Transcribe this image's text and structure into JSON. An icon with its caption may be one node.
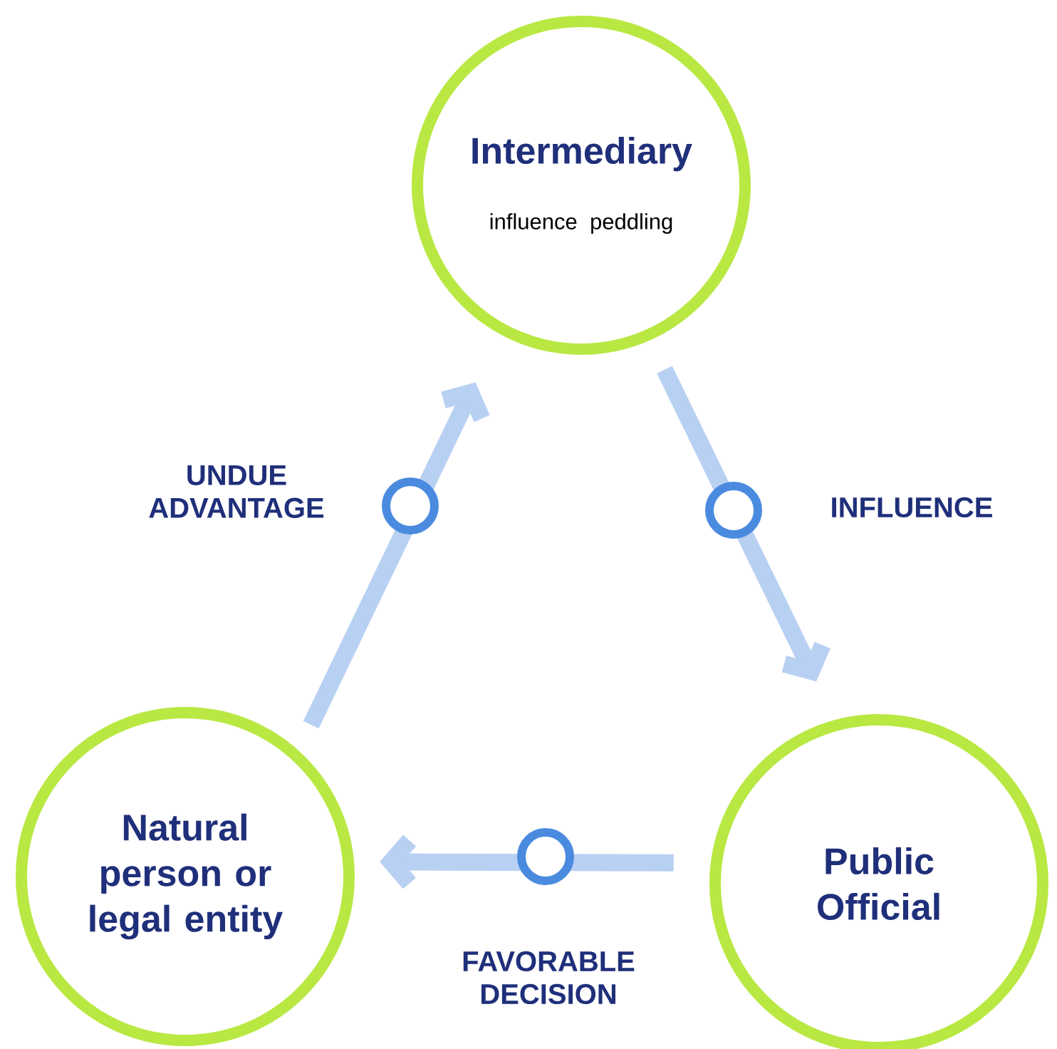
{
  "diagram": {
    "nodes": [
      {
        "text": [
          "Intermediary",
          "influence peddling"
        ]
      },
      {
        "text": [
          "Natural person or legal entity"
        ]
      },
      {
        "text": [
          "Public Official"
        ]
      }
    ],
    "edges": [
      {
        "from": 1,
        "to": 0,
        "arrow": "to",
        "label": "UNDUE ADVANTAGE"
      },
      {
        "from": 0,
        "to": 2,
        "arrow": "to",
        "label": "INFLUENCE"
      },
      {
        "from": 2,
        "to": 1,
        "arrow": "to",
        "label": "FAVORABLE DECISION"
      }
    ]
  }
}
